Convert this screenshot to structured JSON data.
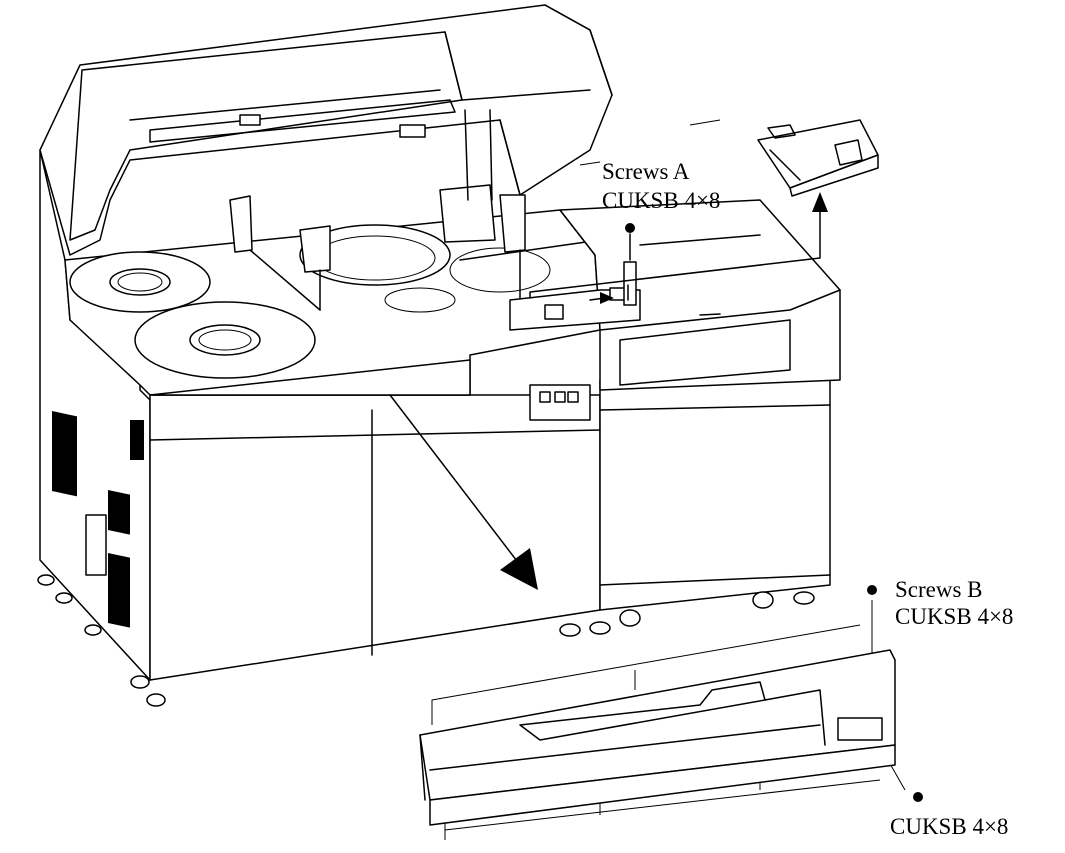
{
  "labels": {
    "screws_a_title": "Screws A",
    "screws_a_spec": "CUKSB 4×8",
    "screws_b_title": "Screws B",
    "screws_b_spec": "CUKSB 4×8",
    "bottom_screw_spec": "CUKSB 4×8"
  },
  "colors": {
    "line": "#000000",
    "background": "#ffffff"
  }
}
